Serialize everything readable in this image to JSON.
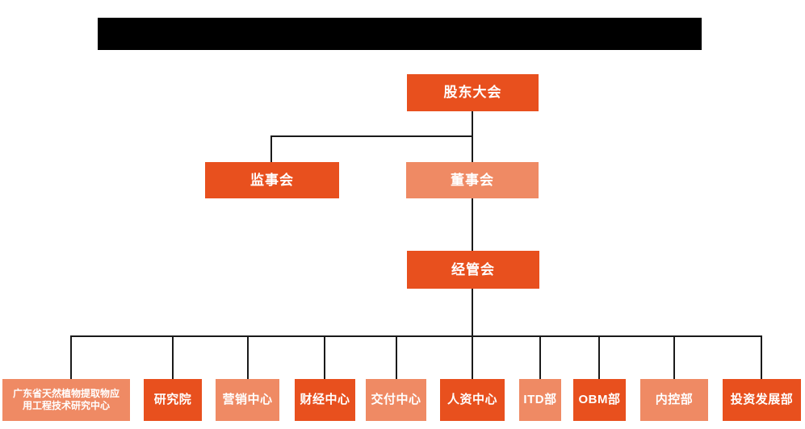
{
  "colors": {
    "background": "#ffffff",
    "primary_box": "#e8501e",
    "secondary_box": "#ef8a64",
    "box_text": "#ffffff",
    "connector": "#1a1a1a",
    "redacted_bar": "#000000"
  },
  "chart_data": {
    "type": "org-chart",
    "levels": [
      [
        "股东大会"
      ],
      [
        "监事会",
        "董事会"
      ],
      [
        "经管会"
      ],
      [
        "广东省天然植物提取物应用工程技术研究中心",
        "研究院",
        "营销中心",
        "财经中心",
        "交付中心",
        "人资中心",
        "ITD部",
        "OBM部",
        "内控部",
        "投资发展部"
      ]
    ]
  },
  "nodes": {
    "shareholders_meeting": {
      "label": "股东大会",
      "variant": "primary"
    },
    "supervisory_board": {
      "label": "监事会",
      "variant": "primary"
    },
    "board_of_directors": {
      "label": "董事会",
      "variant": "secondary"
    },
    "management_committee": {
      "label": "经管会",
      "variant": "primary"
    },
    "research_center": {
      "lines": [
        "广东省天然植物提取物应",
        "用工程技术研究中心"
      ],
      "variant": "secondary"
    },
    "research_institute": {
      "label": "研究院",
      "variant": "primary"
    },
    "marketing_center": {
      "label": "营销中心",
      "variant": "secondary"
    },
    "finance_center": {
      "label": "财经中心",
      "variant": "primary"
    },
    "delivery_center": {
      "label": "交付中心",
      "variant": "secondary"
    },
    "hr_center": {
      "label": "人资中心",
      "variant": "primary"
    },
    "itd_dept": {
      "label": "ITD部",
      "variant": "secondary"
    },
    "obm_dept": {
      "label": "OBM部",
      "variant": "primary"
    },
    "internal_control_dept": {
      "label": "内控部",
      "variant": "secondary"
    },
    "investment_dev_dept": {
      "label": "投资发展部",
      "variant": "primary"
    }
  }
}
